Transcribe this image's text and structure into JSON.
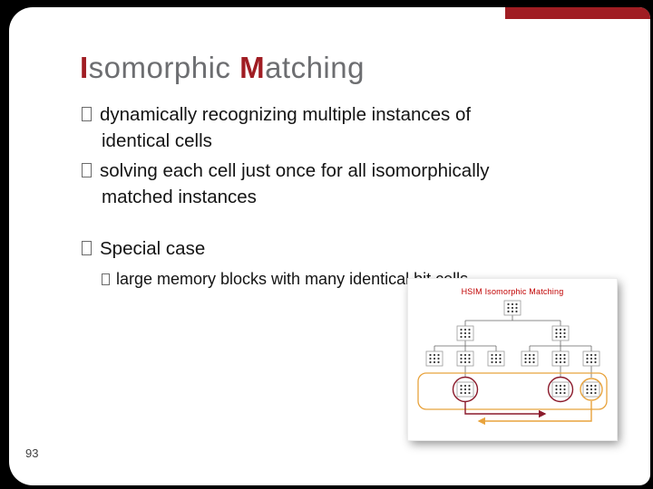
{
  "slide": {
    "title": {
      "lead1": "I",
      "body1": "somorphic ",
      "lead2": "M",
      "body2": "atching"
    },
    "bullets": [
      {
        "lines": [
          "dynamically recognizing multiple instances of",
          "identical cells"
        ]
      },
      {
        "lines": [
          "solving each cell just once for all isomorphically",
          "matched instances"
        ]
      },
      {
        "lines": [
          "Special case"
        ]
      }
    ],
    "sub_bullet": {
      "lines": [
        "large memory blocks with many identical bit cells"
      ]
    },
    "embedded_image": {
      "caption": "HSIM Isomorphic Matching"
    },
    "page_number": "93",
    "colors": {
      "accent_red": "#A01D23",
      "title_gray": "#6D6E71",
      "dark_red": "#8B1A2B",
      "orange": "#E8A33D"
    }
  }
}
